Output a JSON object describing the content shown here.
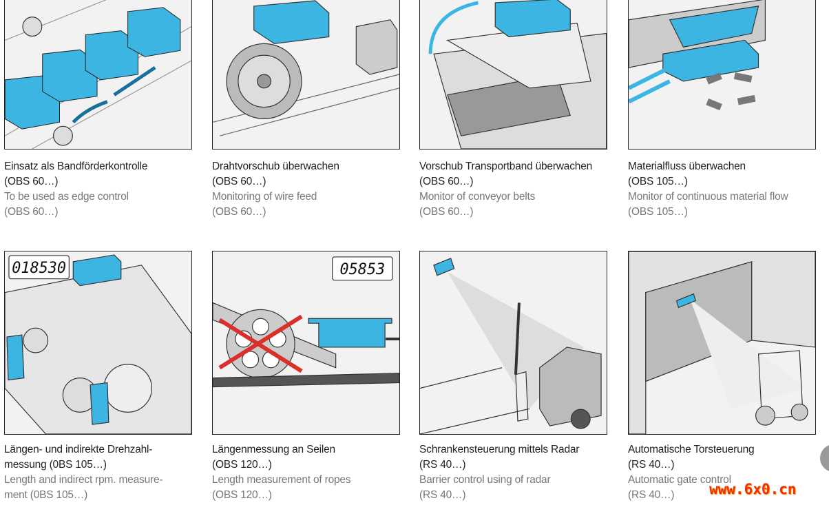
{
  "panels": [
    {
      "de": "Einsatz als Bandförderkontrolle",
      "de_model": "(OBS 60…)",
      "en": "To be used as edge control",
      "en_model": "(OBS 60…)"
    },
    {
      "de": "Drahtvorschub überwachen",
      "de_model": "(OBS 60…)",
      "en": "Monitoring of wire feed",
      "en_model": "(OBS 60…)"
    },
    {
      "de": "Vorschub Transportband überwachen",
      "de_model": "(OBS 60…)",
      "en": "Monitor of conveyor belts",
      "en_model": "(OBS 60…)"
    },
    {
      "de": "Materialfluss überwachen",
      "de_model": "(OBS 105…)",
      "en": "Monitor of continuous material flow",
      "en_model": "(OBS 105…)"
    },
    {
      "de": "Längen- und indirekte Drehzahl-",
      "de_model": "messung (0BS 105…)",
      "en": "Length and indirect rpm. measure-",
      "en_model": "ment (0BS 105…)",
      "display": "018530"
    },
    {
      "de": "Längenmessung an Seilen",
      "de_model": "(OBS 120…)",
      "en": "Length measurement of ropes",
      "en_model": "(OBS 120…)",
      "display": "05853"
    },
    {
      "de": "Schrankensteuerung mittels Radar",
      "de_model": "(RS 40…)",
      "en": "Barrier control using of radar",
      "en_model": "(RS 40…)"
    },
    {
      "de": "Automatische Torsteuerung",
      "de_model": "(RS 40…)",
      "en": "Automatic gate control",
      "en_model": "(RS 40…)"
    }
  ],
  "watermark": "www.6x0.cn",
  "colors": {
    "sensor_blue": "#3db5e3",
    "cross_red": "#d9302a"
  }
}
